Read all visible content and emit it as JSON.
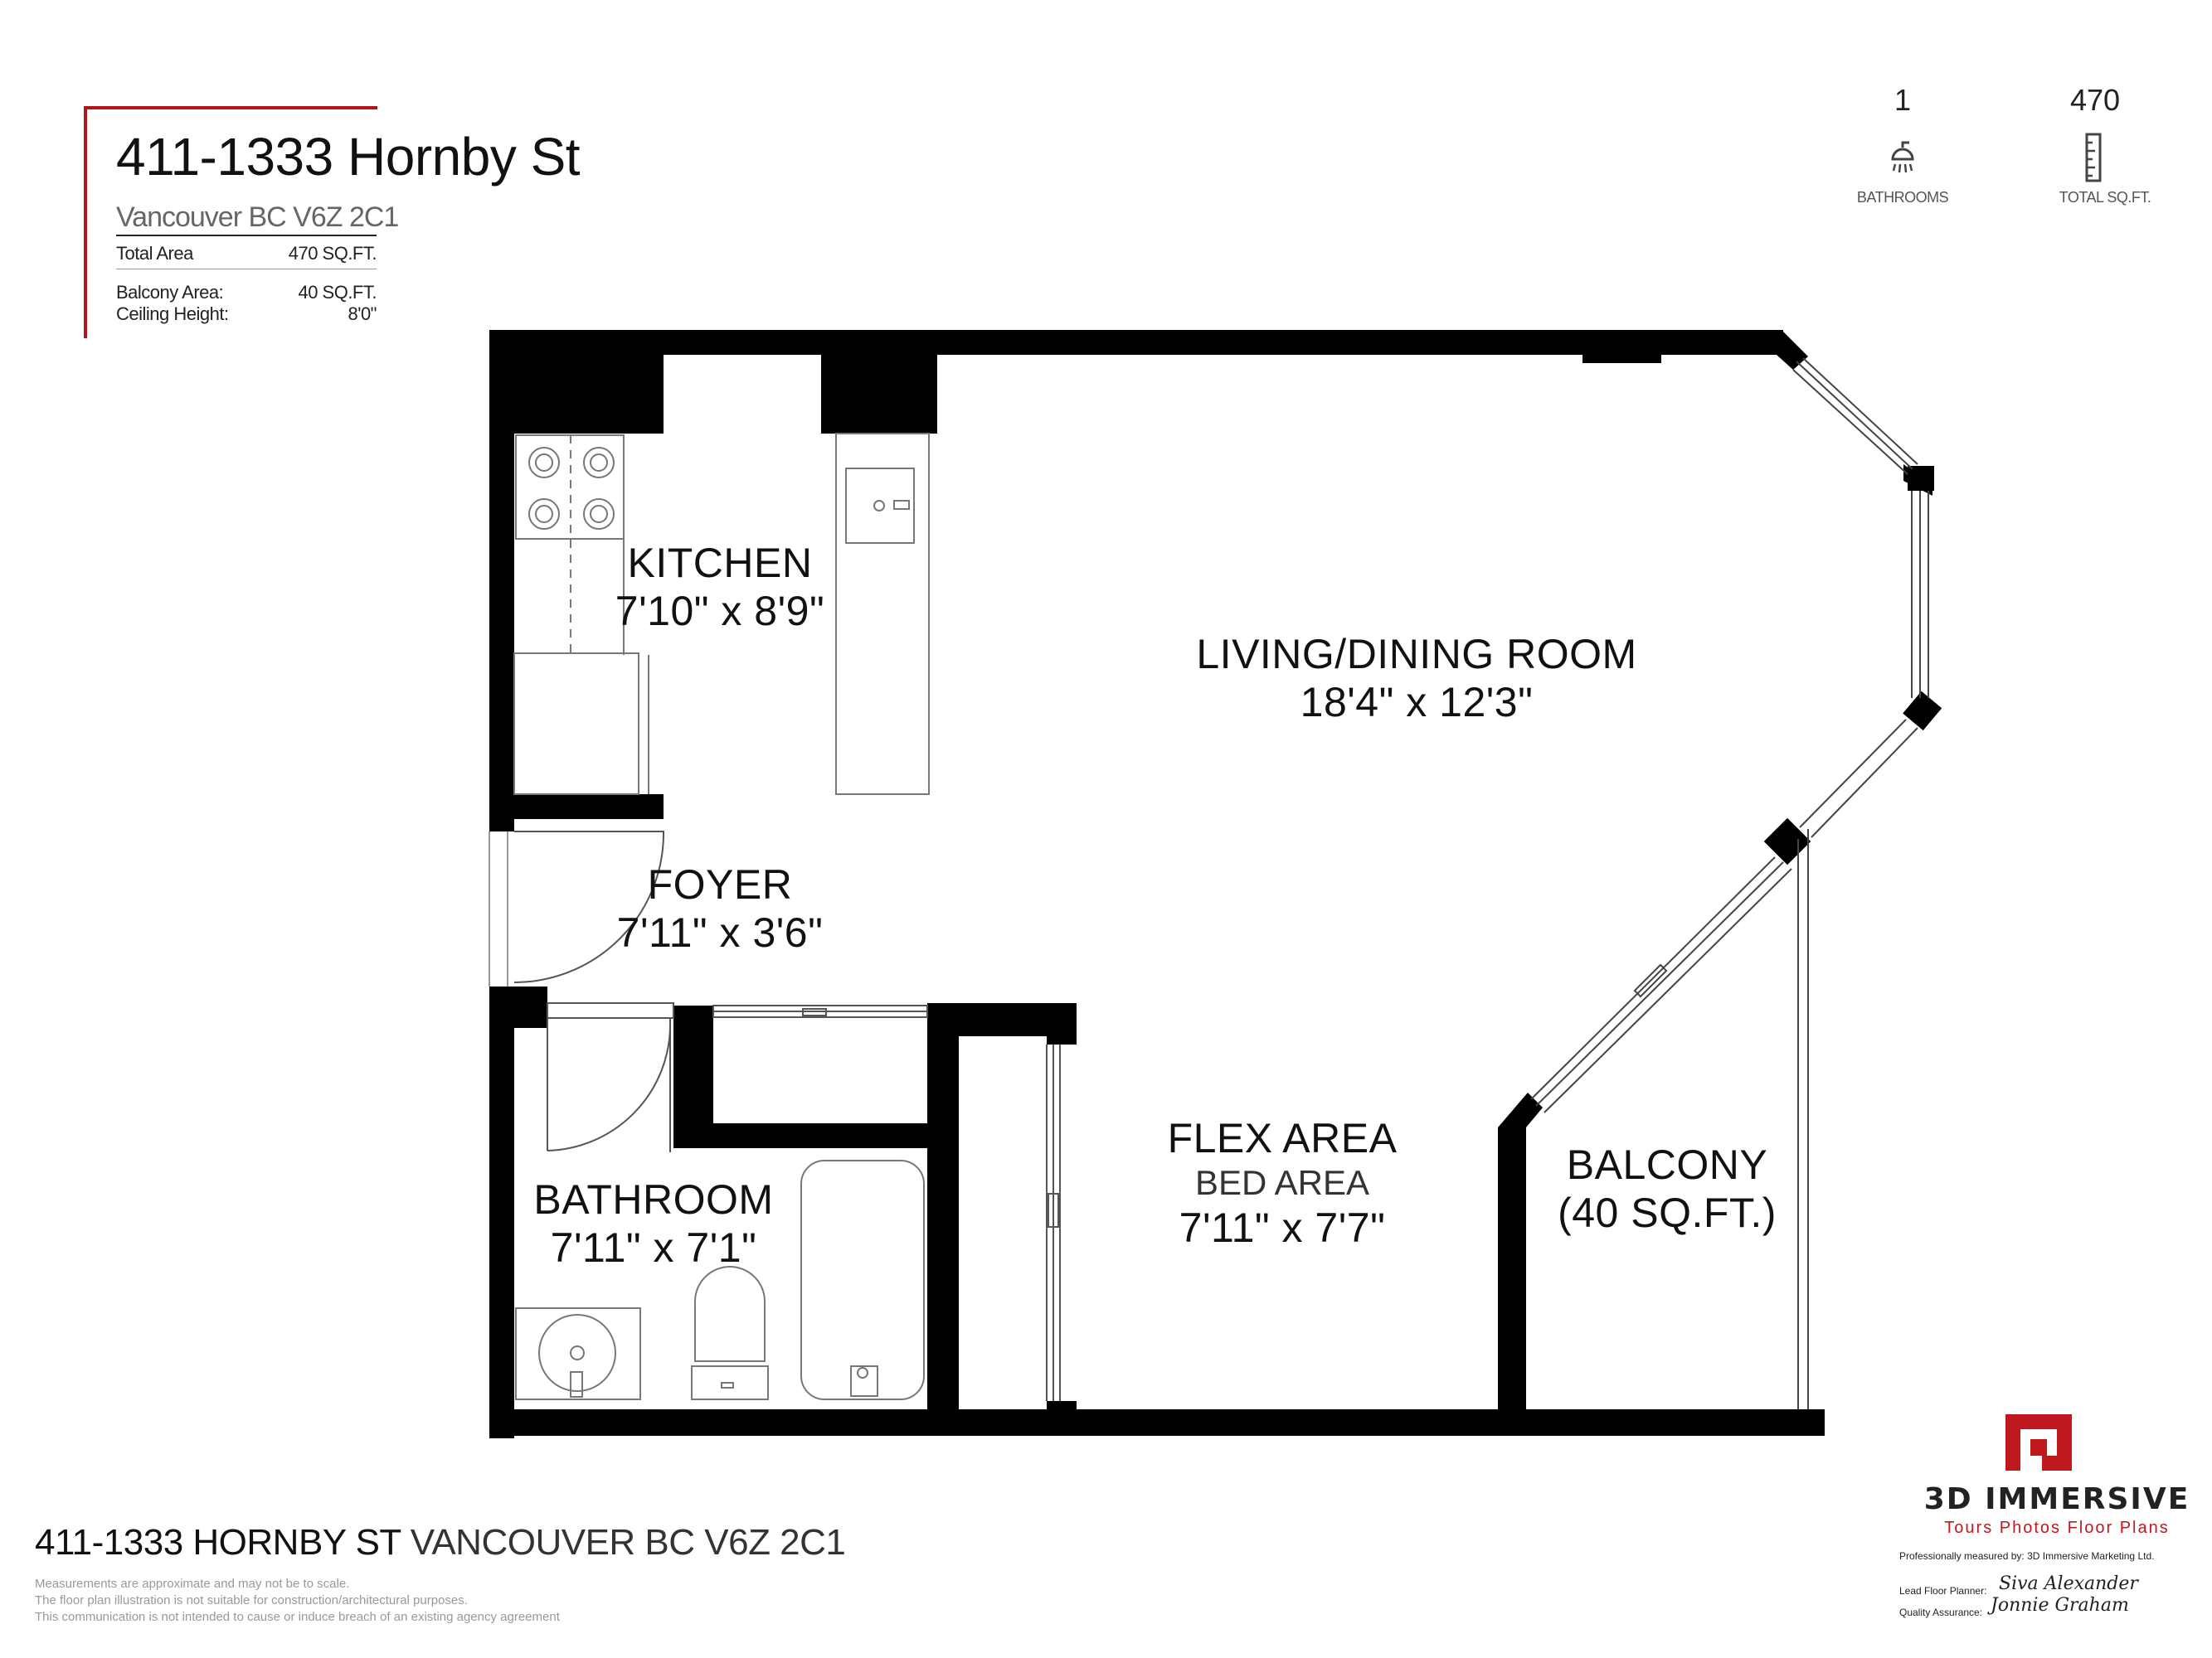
{
  "header": {
    "title": "411-1333 Hornby St",
    "subtitle": "Vancouver BC V6Z 2C1",
    "total_area_label": "Total Area",
    "total_area_value": "470 SQ.FT.",
    "balcony_area_label": "Balcony Area:",
    "balcony_area_value": "40 SQ.FT.",
    "ceiling_height_label": "Ceiling Height:",
    "ceiling_height_value": "8'0\""
  },
  "stats": {
    "bathrooms_value": "1",
    "bathrooms_label": "BATHROOMS",
    "sqft_value": "470",
    "sqft_label": "TOTAL SQ.FT."
  },
  "rooms": {
    "kitchen": {
      "name": "KITCHEN",
      "dims": "7'10\" x 8'9\""
    },
    "living": {
      "name": "LIVING/DINING ROOM",
      "dims": "18'4\" x 12'3\""
    },
    "foyer": {
      "name": "FOYER",
      "dims": "7'11\" x 3'6\""
    },
    "bathroom": {
      "name": "BATHROOM",
      "dims": "7'11\" x 7'1\""
    },
    "flex": {
      "name": "FLEX AREA",
      "sub": "BED AREA",
      "dims": "7'11\" x 7'7\""
    },
    "balcony": {
      "name": "BALCONY",
      "dims": "(40 SQ.FT.)"
    }
  },
  "footer": {
    "address_bold": "411-1333 HORNBY ST",
    "address_rest": " VANCOUVER BC  V6Z 2C1",
    "disclaimer_1": "Measurements are approximate and may not be to scale.",
    "disclaimer_2": "The floor plan illustration is not suitable for construction/architectural purposes.",
    "disclaimer_3": "This communication is not intended to cause or induce breach of an existing agency agreement"
  },
  "brand": {
    "name": "3D IMMERSIVE",
    "tagline": "Tours  Photos  Floor Plans",
    "measured_by": "Professionally measured by: 3D Immersive Marketing Ltd.",
    "lead_label": "Lead Floor Planner:",
    "lead_name": "Siva Alexander",
    "qa_label": "Quality Assurance:",
    "qa_name": "Jonnie Graham",
    "accent_color": "#c0181f",
    "wall_color": "#000000"
  }
}
